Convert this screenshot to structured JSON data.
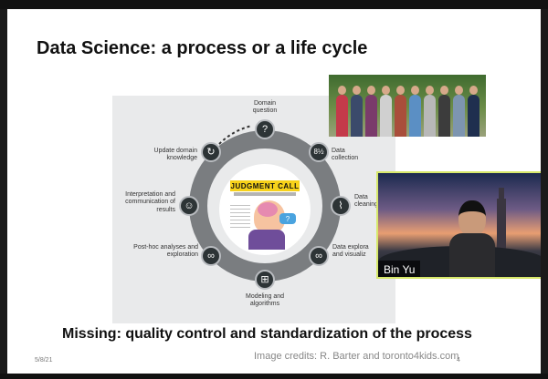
{
  "slide": {
    "title": "Data Science: a process or a life cycle",
    "subtitle": "Missing: quality control and standardization of the process",
    "date": "5/8/21",
    "credits": "Image credits: R. Barter and toronto4kids.com",
    "page_number": "4"
  },
  "cycle": {
    "center_banner": "JUDGMENT CALL",
    "center_bubble": "?",
    "nodes": [
      {
        "label": "Domain question",
        "icon": "question-icon",
        "glyph": "?"
      },
      {
        "label": "Data collection",
        "icon": "numbers-icon",
        "glyph": "8½"
      },
      {
        "label": "Data cleaning",
        "icon": "broom-icon",
        "glyph": "⌇"
      },
      {
        "label": "Data explora and visualiz",
        "icon": "binoculars-icon",
        "glyph": "∞"
      },
      {
        "label": "Modeling and algorithms",
        "icon": "flowchart-icon",
        "glyph": "⊞"
      },
      {
        "label": "Post-hoc analyses and exploration",
        "icon": "binoculars-icon",
        "glyph": "∞"
      },
      {
        "label": "Interpretation and communication of results",
        "icon": "head-gears-icon",
        "glyph": "☺"
      },
      {
        "label": "Update domain knowledge",
        "icon": "refresh-icon",
        "glyph": "↻"
      }
    ]
  },
  "video": {
    "speaker_name": "Bin Yu"
  },
  "colors": {
    "ring": "#7a7d80",
    "node": "#2d3436",
    "video_border": "#d7e86b",
    "banner": "#f7d21a"
  }
}
